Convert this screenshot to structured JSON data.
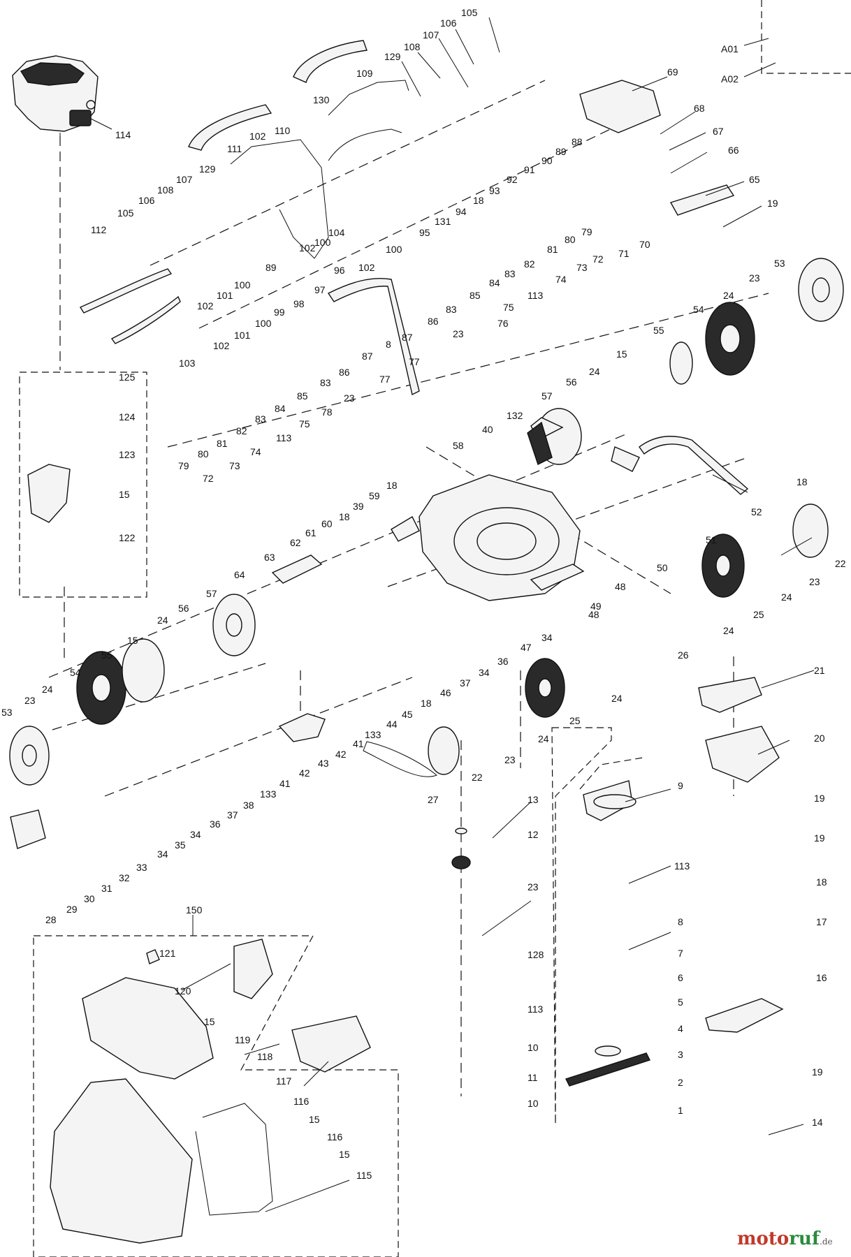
{
  "labels": {
    "l105a": "105",
    "l106a": "106",
    "l107a": "107",
    "l108a": "108",
    "l129a": "129",
    "l130": "130",
    "l109": "109",
    "l110": "110",
    "l111": "111",
    "l102a": "102",
    "l114": "114",
    "l112": "112",
    "l103": "103",
    "l69": "69",
    "l68": "68",
    "l67": "67",
    "l66": "66",
    "l65": "65",
    "l19a": "19",
    "lA01": "A01",
    "lA02": "A02",
    "l88": "88",
    "l89a": "89",
    "l90": "90",
    "l91": "91",
    "l92": "92",
    "l93": "93",
    "l18a": "18",
    "l94": "94",
    "l131": "131",
    "l95": "95",
    "l100a": "100",
    "l79a": "79",
    "l80a": "80",
    "l81a": "81",
    "l82a": "82",
    "l83a": "83",
    "l84a": "84",
    "l85a": "85",
    "l71": "71",
    "l70": "70",
    "l113a": "113",
    "l74a": "74",
    "l73a": "73",
    "l72a": "72",
    "l53a": "53",
    "l23a": "23",
    "l24a": "24",
    "l54a": "54",
    "l55a": "55",
    "l15a": "15",
    "l57a": "57",
    "l56a": "56",
    "l132": "132",
    "l40": "40",
    "l58": "58",
    "l59": "59",
    "l39": "39",
    "l18b": "18",
    "l60": "60",
    "l61": "61",
    "l62": "62",
    "l63": "63",
    "l64": "64",
    "l18c": "18",
    "l52": "52",
    "l51": "51",
    "l50": "50",
    "l49": "49",
    "l22a": "22",
    "l23b": "23",
    "l24b": "24",
    "l25a": "25",
    "l24c": "24",
    "l48a": "48",
    "l48b": "48",
    "l26": "26",
    "l34a": "34",
    "l47": "47",
    "l36a": "36",
    "l34b": "34",
    "l37a": "37",
    "l46": "46",
    "l18d": "18",
    "l45": "45",
    "l44": "44",
    "l133a": "133",
    "l41a": "41",
    "l42a": "42",
    "l43": "43",
    "l42b": "42",
    "l41b": "41",
    "l133b": "133",
    "l38": "38",
    "l37b": "37",
    "l36b": "36",
    "l34c": "34",
    "l35": "35",
    "l34d": "34",
    "l27": "27",
    "l22b": "22",
    "l23c": "23",
    "l24d": "24",
    "l25b": "25",
    "l24e": "24",
    "l21": "21",
    "l20": "20",
    "l19b": "19",
    "l19c": "19",
    "l125": "125",
    "l124": "124",
    "l123": "123",
    "l15b": "15",
    "l122": "122",
    "l102b": "102",
    "l101a": "101",
    "l100b": "100",
    "l102c": "102",
    "l101b": "101",
    "l100c": "100",
    "l107b": "107",
    "l108b": "108",
    "l106b": "106",
    "l105b": "105",
    "l129b": "129",
    "l104": "104",
    "l100d": "100",
    "l102d": "102",
    "l89b": "89",
    "l97": "97",
    "l98": "98",
    "l99": "99",
    "l96": "96",
    "l8a": "8",
    "l87a": "87",
    "l87b": "87",
    "l86a": "86",
    "l86b": "86",
    "l83b": "83",
    "l85b": "85",
    "l84b": "84",
    "l83c": "83",
    "l82b": "82",
    "l81b": "81",
    "l80b": "80",
    "l79b": "79",
    "l77a": "77",
    "l77b": "77",
    "l75a": "75",
    "l76": "76",
    "l23d": "23",
    "l23e": "23",
    "l78": "78",
    "l75b": "75",
    "l113b": "113",
    "l74b": "74",
    "l73b": "73",
    "l72b": "72",
    "l53b": "53",
    "l23f": "23",
    "l24f": "24",
    "l54b": "54",
    "l55b": "55",
    "l15c": "15",
    "l24g": "24",
    "l56b": "56",
    "l57b": "57",
    "l28": "28",
    "l29": "29",
    "l30": "30",
    "l31": "31",
    "l32": "32",
    "l33": "33",
    "l13": "13",
    "l12": "12",
    "l23g": "23",
    "l128": "128",
    "l113c": "113",
    "l10a": "10",
    "l11": "11",
    "l10b": "10",
    "l9": "9",
    "l113d": "113",
    "l8b": "8",
    "l7": "7",
    "l6": "6",
    "l5": "5",
    "l4": "4",
    "l3": "3",
    "l2": "2",
    "l1": "1",
    "l18e": "18",
    "l17": "17",
    "l16": "16",
    "l19d": "19",
    "l14": "14",
    "l150": "150",
    "l121": "121",
    "l120": "120",
    "l15d": "15",
    "l119": "119",
    "l118": "118",
    "l117": "117",
    "l116a": "116",
    "l15e": "15",
    "l116b": "116",
    "l15f": "15",
    "l115": "115"
  },
  "watermark": {
    "part1": "moto",
    "part2": "ruf",
    "suffix": ".de"
  },
  "colors": {
    "line": "#111111",
    "watermark_red": "#c0392b",
    "watermark_green": "#2b8a3e"
  }
}
